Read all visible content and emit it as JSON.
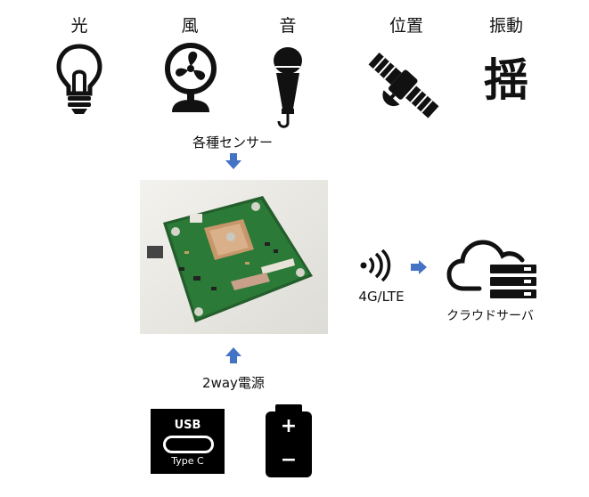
{
  "sensors": [
    {
      "label": "光",
      "icon": "lightbulb-icon"
    },
    {
      "label": "風",
      "icon": "fan-icon"
    },
    {
      "label": "音",
      "icon": "microphone-icon"
    },
    {
      "label": "位置",
      "icon": "satellite-icon"
    },
    {
      "label": "振動",
      "icon": "shake-kanji-icon",
      "glyph": "揺"
    }
  ],
  "sensors_caption": "各種センサー",
  "lte_label": "4G/LTE",
  "server_label": "クラウドサーバ",
  "power_label": "2way電源",
  "usb": {
    "line1": "USB",
    "line2": "Type C"
  },
  "battery": {
    "plus": "+",
    "minus": "−"
  },
  "colors": {
    "arrow": "#4472c4",
    "icon": "#111111",
    "pcb": "#1f6b2e"
  }
}
